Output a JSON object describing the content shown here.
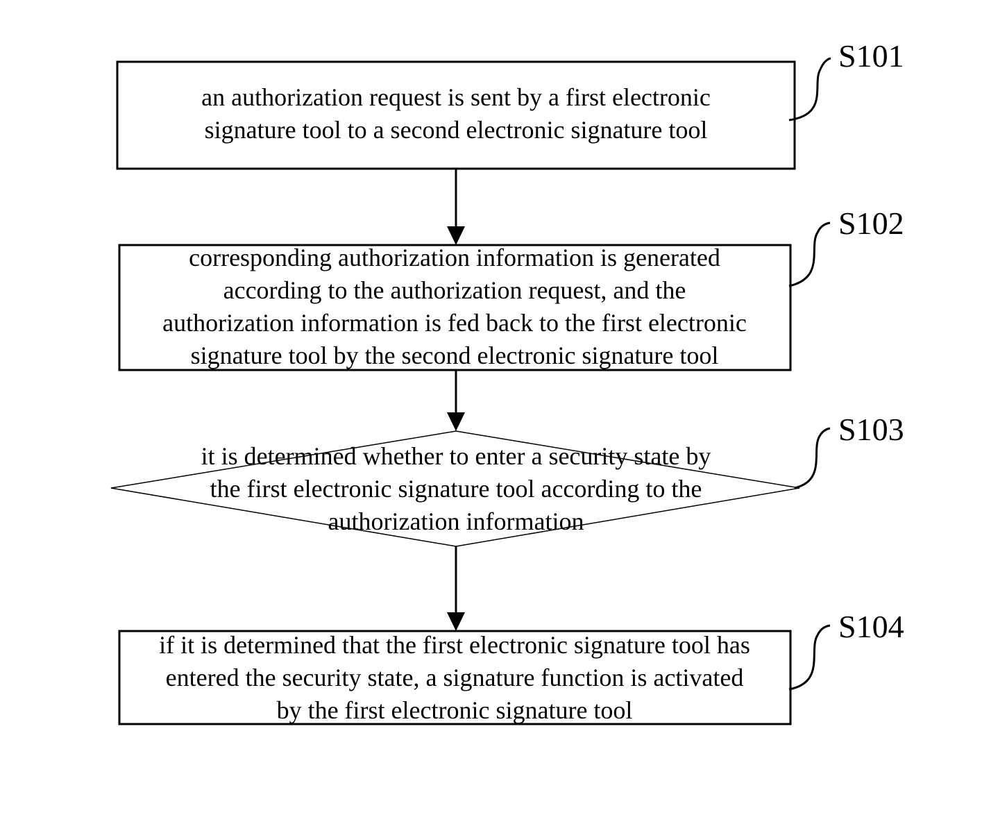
{
  "steps": [
    {
      "id": "S101",
      "shape": "process",
      "label": "S101",
      "lines": [
        "an authorization request is sent by a first electronic",
        "signature tool to a second electronic signature tool"
      ]
    },
    {
      "id": "S102",
      "shape": "process",
      "label": "S102",
      "lines": [
        "corresponding authorization information is generated",
        "according to the authorization request, and the",
        "authorization information is fed back to the first electronic",
        "signature tool by the second electronic signature tool"
      ]
    },
    {
      "id": "S103",
      "shape": "decision",
      "label": "S103",
      "lines": [
        "it is determined whether to enter a security state by",
        "the first electronic signature tool according to the",
        "authorization information"
      ]
    },
    {
      "id": "S104",
      "shape": "process",
      "label": "S104",
      "lines": [
        "if it is determined that the first electronic signature tool has",
        "entered the security state, a signature function is activated",
        "by the first electronic signature tool"
      ]
    }
  ],
  "connections": [
    {
      "from": "S101",
      "to": "S102"
    },
    {
      "from": "S102",
      "to": "S103"
    },
    {
      "from": "S103",
      "to": "S104"
    }
  ]
}
